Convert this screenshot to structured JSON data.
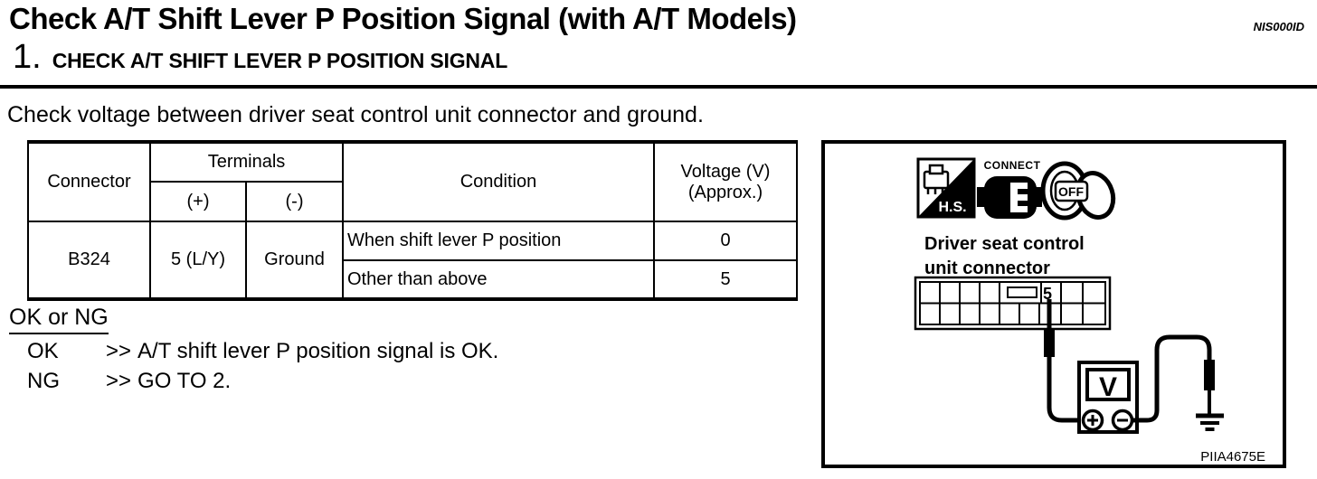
{
  "page": {
    "title": "Check A/T Shift Lever P Position Signal (with A/T Models)",
    "code": "NIS000ID",
    "step_number": "1.",
    "step_heading": "CHECK A/T SHIFT LEVER P POSITION SIGNAL",
    "instruction": "Check voltage between driver seat control unit connector and ground."
  },
  "colors": {
    "ink": "#000000",
    "paper": "#ffffff"
  },
  "table": {
    "headers": {
      "connector": "Connector",
      "terminals": "Terminals",
      "terminal_plus": "(+)",
      "terminal_minus": "(-)",
      "condition": "Condition",
      "voltage_line1": "Voltage (V)",
      "voltage_line2": "(Approx.)"
    },
    "row": {
      "connector": "B324",
      "terminal_plus": "5 (L/Y)",
      "terminal_minus": "Ground",
      "conditions": [
        {
          "condition": "When shift lever P position",
          "voltage": "0"
        },
        {
          "condition": "Other than above",
          "voltage": "5"
        }
      ]
    }
  },
  "result": {
    "heading": "OK or NG",
    "items": [
      {
        "label": "OK",
        "arrow": ">>",
        "text": "A/T shift lever P position signal is OK."
      },
      {
        "label": "NG",
        "arrow": ">>",
        "text": "GO TO 2."
      }
    ]
  },
  "figure": {
    "hs_icon_label": "H.S.",
    "connect_icon_label": "CONNECT",
    "off_icon_label": "OFF",
    "caption_line1": "Driver seat control",
    "caption_line2": "unit connector",
    "terminal_number": "5",
    "voltmeter_label": "V",
    "figure_code": "PIIA4675E"
  }
}
